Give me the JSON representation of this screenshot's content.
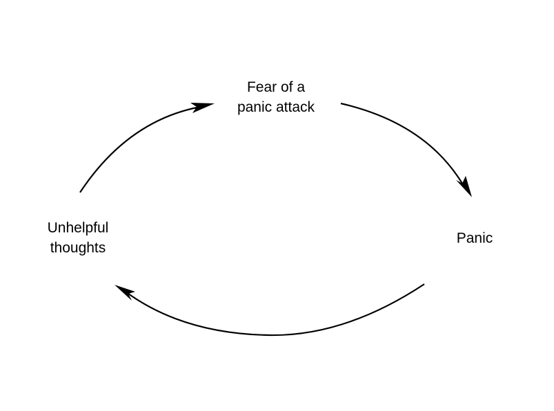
{
  "diagram": {
    "type": "cycle",
    "nodes": [
      {
        "id": "fear",
        "lines": [
          "Fear of a",
          "panic attack"
        ]
      },
      {
        "id": "panic",
        "lines": [
          "Panic"
        ]
      },
      {
        "id": "thoughts",
        "lines": [
          "Unhelpful",
          "thoughts"
        ]
      }
    ],
    "edges": [
      {
        "from": "fear",
        "to": "panic"
      },
      {
        "from": "panic",
        "to": "thoughts"
      },
      {
        "from": "thoughts",
        "to": "fear"
      }
    ],
    "colors": {
      "stroke": "#000000",
      "text": "#000000",
      "background": "#ffffff"
    }
  }
}
